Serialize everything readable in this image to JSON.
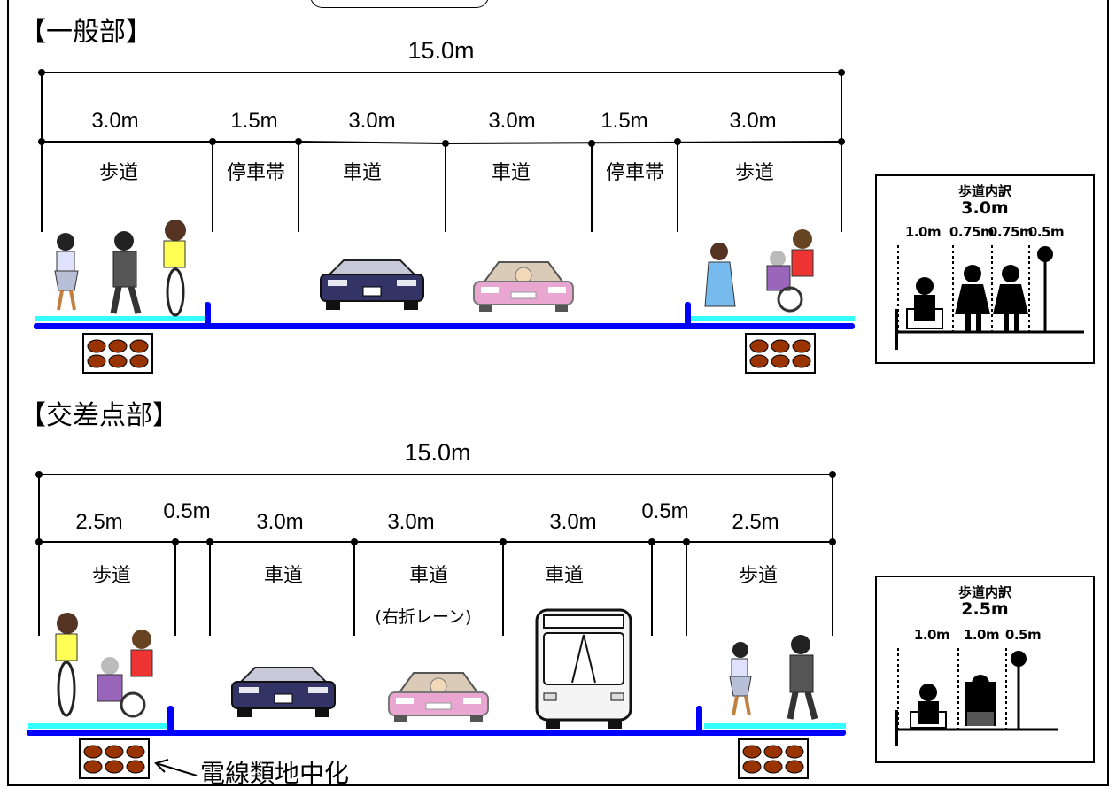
{
  "general": {
    "title": "【一般部】",
    "total_width": "15.0m",
    "segments": [
      {
        "width": "3.0m",
        "label": "歩道"
      },
      {
        "width": "1.5m",
        "label": "停車帯"
      },
      {
        "width": "3.0m",
        "label": "車道"
      },
      {
        "width": "3.0m",
        "label": "車道"
      },
      {
        "width": "1.5m",
        "label": "停車帯"
      },
      {
        "width": "3.0m",
        "label": "歩道"
      }
    ],
    "inset": {
      "title": "歩道内訳",
      "width": "3.0m",
      "dims": [
        "1.0m",
        "0.75m",
        "0.75m",
        "0.5m"
      ]
    }
  },
  "intersection": {
    "title": "【交差点部】",
    "total_width": "15.0m",
    "widths": [
      "2.5m",
      "0.5m",
      "3.0m",
      "3.0m",
      "3.0m",
      "0.5m",
      "2.5m"
    ],
    "labels": [
      "歩道",
      "車道",
      "車道",
      "車道",
      "歩道"
    ],
    "sublabel": "(右折レーン)",
    "inset": {
      "title": "歩道内訳",
      "width": "2.5m",
      "dims": [
        "1.0m",
        "1.0m",
        "0.5m"
      ]
    }
  },
  "callout": "電線類地中化",
  "colors": {
    "road": "#0000ff",
    "sidewalk": "#33ffff",
    "duct": "#993300",
    "car": "#333366",
    "car_pink": "#e8a6d0"
  }
}
